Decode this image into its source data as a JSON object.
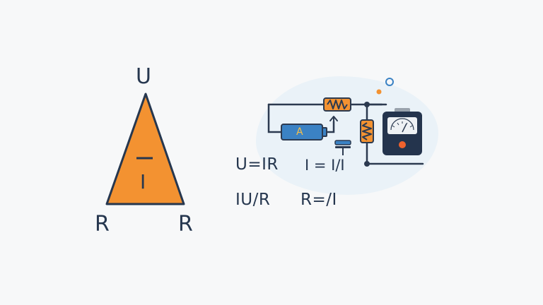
{
  "triangle": {
    "top_label": "U",
    "bottom_left_label": "R",
    "bottom_right_label": "R",
    "center_label": "I",
    "fill_color": "#f39231"
  },
  "ammeter_label": "A",
  "equations": {
    "row1_left": "U=IR",
    "row1_right": "I = I/I",
    "row2_left": "IU/R",
    "row2_right": "R=/I"
  },
  "colors": {
    "text": "#26374f",
    "wire": "#2c3a50",
    "accent_orange": "#f39231",
    "accent_blue": "#3b82c4",
    "meter_body": "#24344d",
    "bubble": "#eaf2f8"
  },
  "icons": [
    "resistor-icon",
    "battery-icon",
    "capacitor-icon",
    "voltmeter-icon"
  ]
}
